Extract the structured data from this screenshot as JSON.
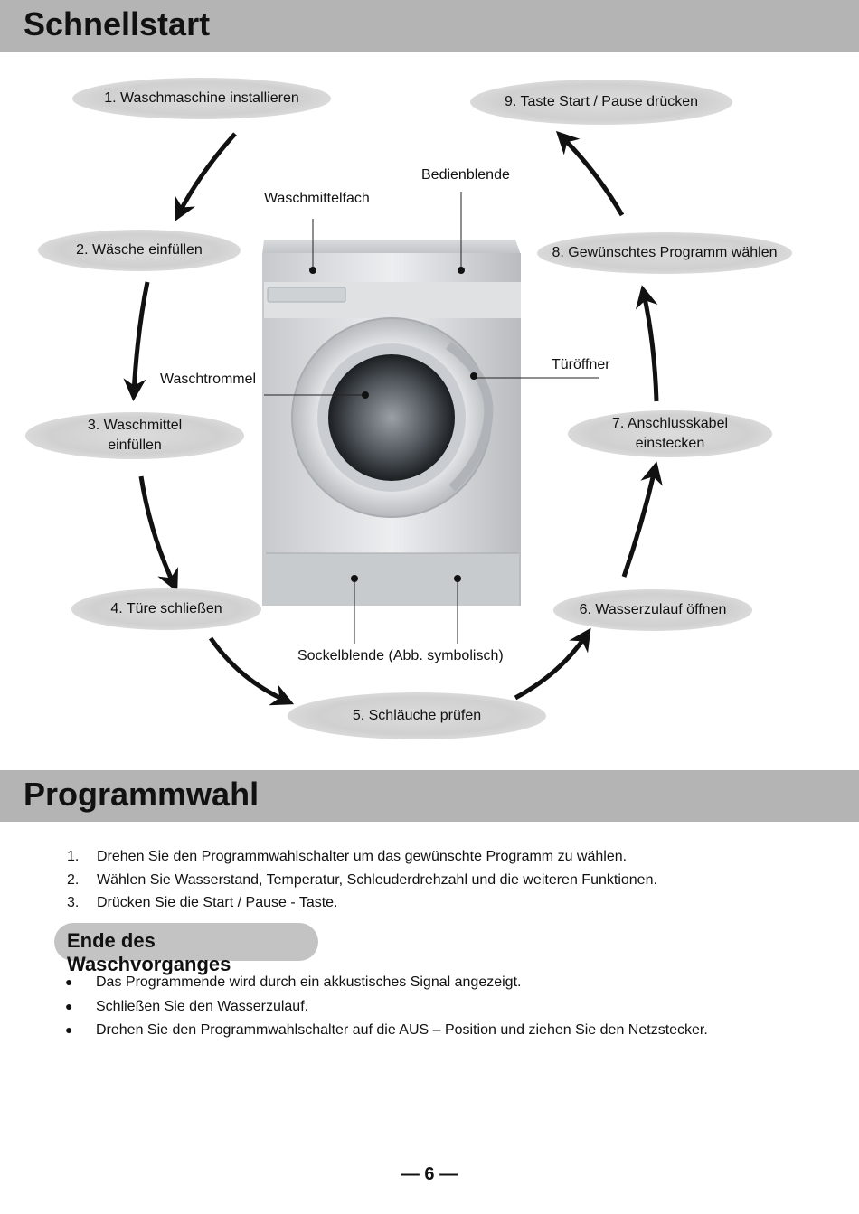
{
  "section1": {
    "title": "Schnellstart"
  },
  "steps_cycle": [
    "1. Waschmaschine installieren",
    "2. Wäsche einfüllen",
    "3. Waschmittel einfüllen",
    "4. Türe schließen",
    "5. Schläuche prüfen",
    "6. Wasserzulauf öffnen",
    "7. Anschlusskabel einstecken",
    "8. Gewünschtes Programm wählen",
    "9. Taste Start / Pause drücken"
  ],
  "step3_lines": [
    "3. Waschmittel",
    "einfüllen"
  ],
  "step7_lines": [
    "7. Anschlusskabel",
    "einstecken"
  ],
  "parts": {
    "waschmittelfach": "Waschmittelfach",
    "bedienblende": "Bedienblende",
    "waschtrommel": "Waschtrommel",
    "tueroeffner": "Türöffner",
    "sockelblende": "Sockelblende (Abb.  symbolisch)"
  },
  "section2": {
    "title": "Programmwahl"
  },
  "program_steps": [
    {
      "num": "1.",
      "text": "Drehen Sie den Programmwahlschalter um das gewünschte Programm zu wählen."
    },
    {
      "num": "2.",
      "text": "Wählen Sie Wasserstand, Temperatur, Schleuderdrehzahl und die weiteren Funktionen."
    },
    {
      "num": "3.",
      "text": "Drücken Sie die Start / Pause - Taste."
    }
  ],
  "section3": {
    "title": "Ende des Waschvorganges"
  },
  "end_bullets": [
    "Das  Programmende wird durch ein akkustisches Signal angezeigt.",
    "Schließen Sie den Wasserzulauf.",
    "Drehen Sie den Programmwahlschalter auf die AUS – Position und ziehen Sie den Netzstecker."
  ],
  "page_number": "— 6 —",
  "icons": {
    "bullet": "bullet-dot-icon",
    "arrow": "curved-arrow-icon"
  }
}
